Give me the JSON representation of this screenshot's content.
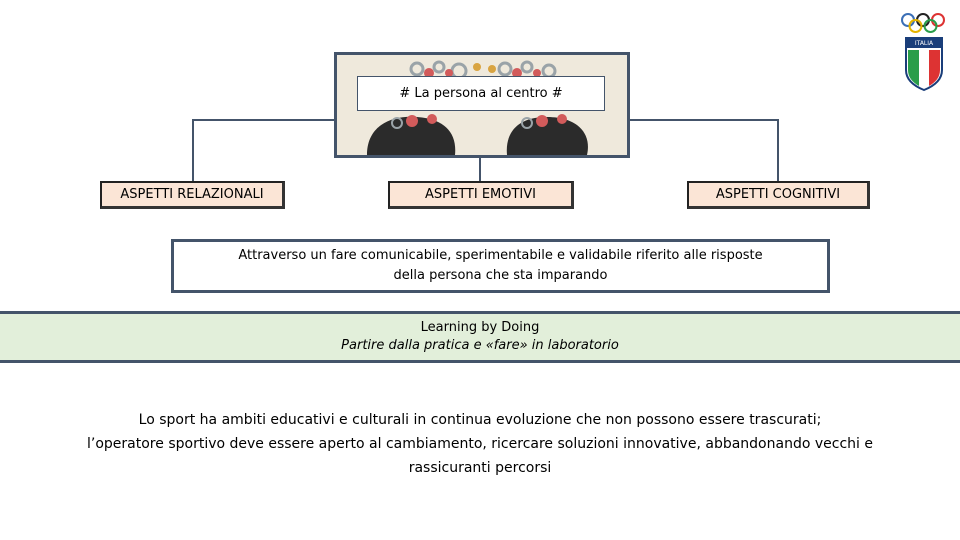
{
  "hero": {
    "title": "# La persona al centro #"
  },
  "aspects": {
    "relazionali": "ASPETTI RELAZIONALI",
    "emotivi": "ASPETTI EMOTIVI",
    "cognitivi": "ASPETTI COGNITIVI"
  },
  "attraverso": {
    "line1": "Attraverso un fare comunicabile, sperimentabile  e validabile riferito alle risposte",
    "line2": "della persona che sta imparando"
  },
  "band": {
    "title": "Learning by Doing",
    "subtitle": "Partire dalla pratica e «fare» in laboratorio"
  },
  "bottom": {
    "line1": "Lo sport ha ambiti educativi e culturali in continua evoluzione che non possono essere trascurati;",
    "line2": "l’operatore sportivo deve essere aperto al cambiamento, ricercare soluzioni innovative, abbandonando vecchi e",
    "line3": "rassicuranti percorsi"
  },
  "logo": {
    "label": "ITALIA",
    "icon": "coni-italia-logo"
  },
  "colors": {
    "connector": "#44546a",
    "aspect_fill": "#fbe5d6",
    "band_fill": "#e2efda"
  }
}
